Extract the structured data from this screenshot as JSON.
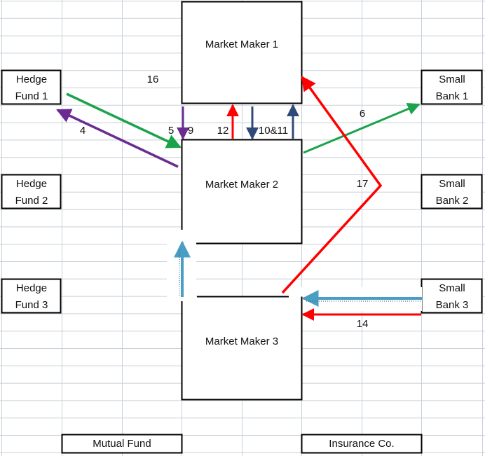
{
  "nodes": {
    "mm1": "Market Maker 1",
    "mm2": "Market Maker 2",
    "mm3": "Market Maker 3",
    "hf1": [
      "Hedge",
      "Fund 1"
    ],
    "hf2": [
      "Hedge",
      "Fund 2"
    ],
    "hf3": [
      "Hedge",
      "Fund 3"
    ],
    "sb1": [
      "Small",
      "Bank 1"
    ],
    "sb2": [
      "Small",
      "Bank 2"
    ],
    "sb3": [
      "Small",
      "Bank 3"
    ],
    "mutual_fund": "Mutual Fund",
    "insurance": "Insurance Co."
  },
  "edge_labels": {
    "e16": "16",
    "e4": "4",
    "e5": "5",
    "e9": "9",
    "e12": "12",
    "e10_11": "10&11",
    "e6": "6",
    "e17": "17",
    "e14": "14"
  },
  "colors": {
    "green": "#1aa34a",
    "purple": "#6a2c91",
    "red": "#ff0000",
    "navy": "#2f4a7a",
    "teal": "#4a9ec4",
    "grid": "#c8d0d8",
    "box": "#000000"
  }
}
